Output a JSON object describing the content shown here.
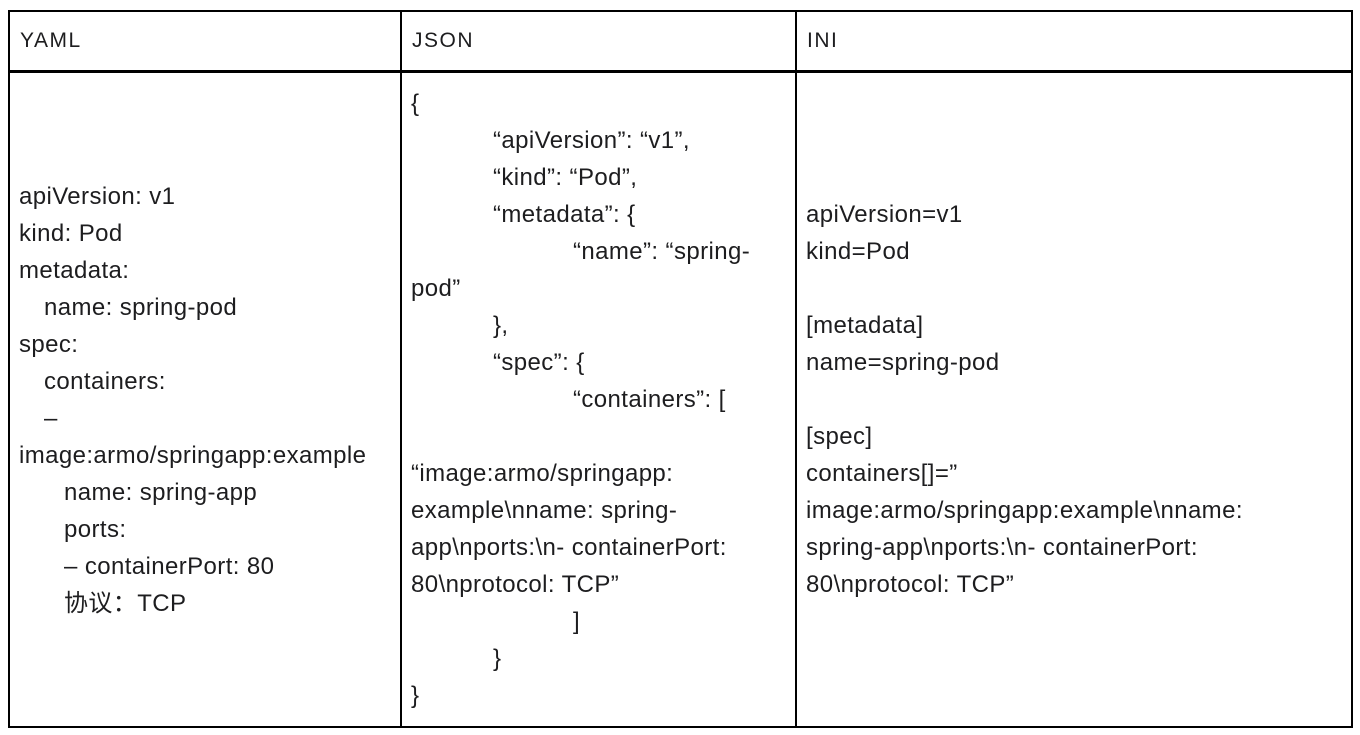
{
  "colors": {
    "text": "#1d1d1f",
    "border": "#000000",
    "background": "#ffffff"
  },
  "table": {
    "headers": [
      "YAML",
      "JSON",
      "INI"
    ],
    "yaml": {
      "lines": [
        {
          "t": "apiVersion: v1",
          "i": 0
        },
        {
          "t": "kind: Pod",
          "i": 0
        },
        {
          "t": "metadata:",
          "i": 0
        },
        {
          "t": "name: spring-pod",
          "i": 1
        },
        {
          "t": "spec:",
          "i": 0
        },
        {
          "t": "containers:",
          "i": 1
        },
        {
          "t": "–",
          "i": 1
        },
        {
          "t": "image:armo/springapp:example",
          "i": 0
        },
        {
          "t": "name: spring-app",
          "i": 2
        },
        {
          "t": "ports:",
          "i": 2
        },
        {
          "t": "– containerPort: 80",
          "i": 2
        },
        {
          "t": "协议：TCP",
          "i": 2
        }
      ]
    },
    "json": {
      "lines": [
        {
          "t": "{",
          "i": 0
        },
        {
          "t": "“apiVersion”: “v1”,",
          "i": 1
        },
        {
          "t": "“kind”: “Pod”,",
          "i": 1
        },
        {
          "t": "“metadata”: {",
          "i": 1
        },
        {
          "t": "“name”: “spring-",
          "i": 2
        },
        {
          "t": "pod”",
          "i": 0
        },
        {
          "t": "},",
          "i": 1
        },
        {
          "t": "“spec”: {",
          "i": 1
        },
        {
          "t": "“containers”: [",
          "i": 2
        },
        {
          "t": "",
          "i": 0
        },
        {
          "t": "“image:armo/springapp:",
          "i": 0
        },
        {
          "t": "example\\nname: spring-",
          "i": 0
        },
        {
          "t": "app\\nports:\\n- containerPort:",
          "i": 0
        },
        {
          "t": "80\\nprotocol: TCP”",
          "i": 0
        },
        {
          "t": "]",
          "i": 2
        },
        {
          "t": "}",
          "i": 1
        },
        {
          "t": "}",
          "i": 0
        }
      ]
    },
    "ini": {
      "lines": [
        {
          "t": "apiVersion=v1",
          "i": 0
        },
        {
          "t": "kind=Pod",
          "i": 0
        },
        {
          "t": "",
          "i": 0
        },
        {
          "t": "[metadata]",
          "i": 0
        },
        {
          "t": "name=spring-pod",
          "i": 0
        },
        {
          "t": "",
          "i": 0
        },
        {
          "t": "[spec]",
          "i": 0
        },
        {
          "t": "containers[]=”",
          "i": 0
        },
        {
          "t": "image:armo/springapp:example\\nname:",
          "i": 0
        },
        {
          "t": "spring-app\\nports:\\n- containerPort:",
          "i": 0
        },
        {
          "t": "80\\nprotocol: TCP”",
          "i": 0
        }
      ]
    }
  }
}
